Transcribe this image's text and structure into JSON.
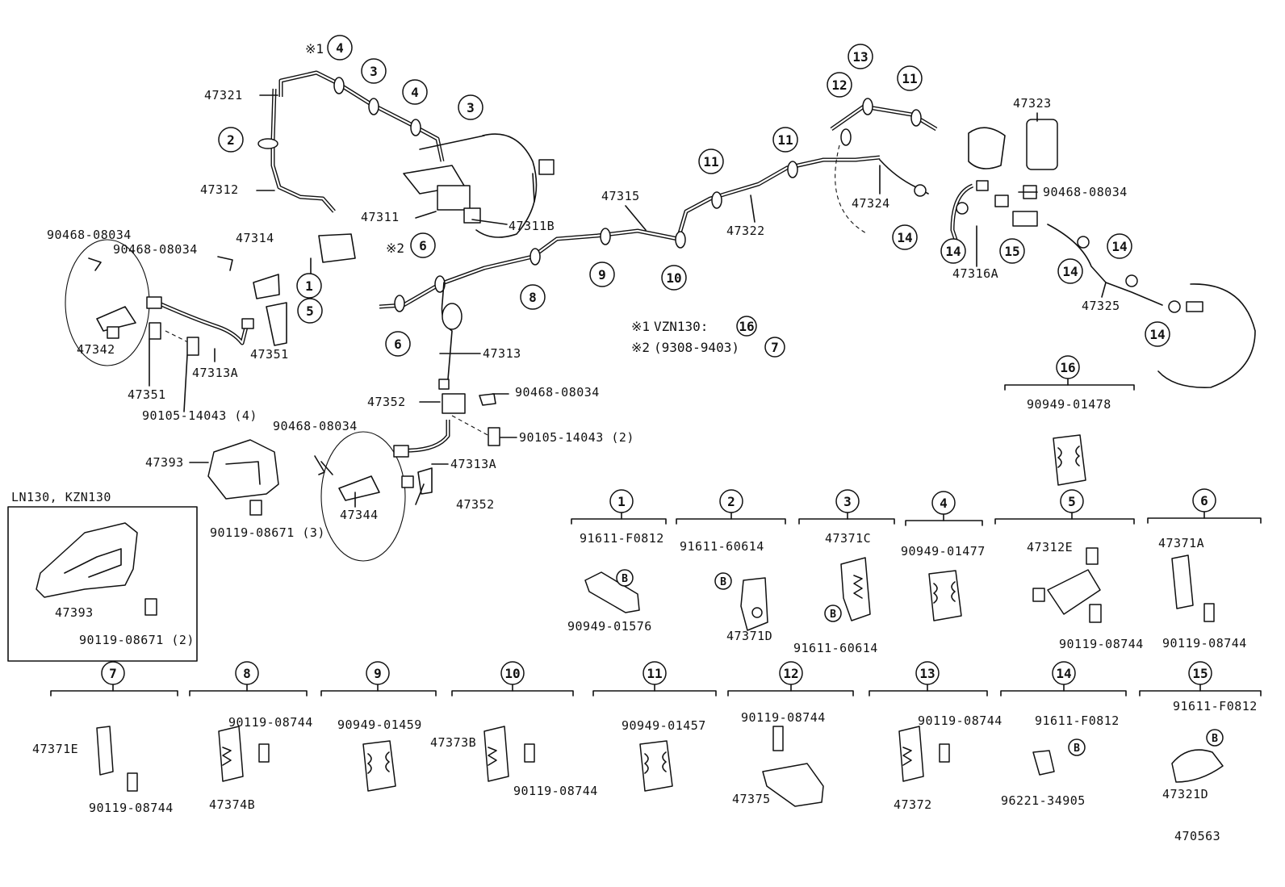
{
  "diagram_id": "470563",
  "notes": {
    "n1_mark": "※1",
    "n1_text": "VZN130:",
    "n1_ref": "16",
    "n2_mark": "※2",
    "n2_text": "(9308-9403)",
    "n2_ref": "7"
  },
  "inset": {
    "title": "LN130, KZN130",
    "part1": "47393",
    "part2": "90119-08671 (2)"
  },
  "callouts": [
    {
      "id": "c1",
      "text": "4"
    },
    {
      "id": "c2",
      "text": "3"
    },
    {
      "id": "c3",
      "text": "4"
    },
    {
      "id": "c4",
      "text": "3"
    },
    {
      "id": "c5",
      "text": "2"
    },
    {
      "id": "c6",
      "text": "1"
    },
    {
      "id": "c7",
      "text": "5"
    },
    {
      "id": "c8",
      "text": "6"
    },
    {
      "id": "c9",
      "text": "6"
    },
    {
      "id": "c10",
      "text": "8"
    },
    {
      "id": "c11",
      "text": "9"
    },
    {
      "id": "c12",
      "text": "10"
    },
    {
      "id": "c13",
      "text": "11"
    },
    {
      "id": "c14",
      "text": "11"
    },
    {
      "id": "c15",
      "text": "12"
    },
    {
      "id": "c16",
      "text": "13"
    },
    {
      "id": "c17",
      "text": "11"
    },
    {
      "id": "c18",
      "text": "14"
    },
    {
      "id": "c19",
      "text": "14"
    },
    {
      "id": "c20",
      "text": "15"
    },
    {
      "id": "c21",
      "text": "14"
    },
    {
      "id": "c22",
      "text": "14"
    },
    {
      "id": "c23",
      "text": "14"
    }
  ],
  "labels": [
    {
      "id": "l1",
      "text": "47321"
    },
    {
      "id": "l2",
      "text": "47312"
    },
    {
      "id": "l3",
      "text": "47311"
    },
    {
      "id": "l4",
      "text": "47311B"
    },
    {
      "id": "l5",
      "text": "47315"
    },
    {
      "id": "l6",
      "text": "47322"
    },
    {
      "id": "l7",
      "text": "47323"
    },
    {
      "id": "l8",
      "text": "90468-08034"
    },
    {
      "id": "l9",
      "text": "47324"
    },
    {
      "id": "l10",
      "text": "47316A"
    },
    {
      "id": "l11",
      "text": "47325"
    },
    {
      "id": "l12",
      "text": "90468-08034"
    },
    {
      "id": "l13",
      "text": "90468-08034"
    },
    {
      "id": "l14",
      "text": "47314"
    },
    {
      "id": "l15",
      "text": "47342"
    },
    {
      "id": "l16",
      "text": "47313A"
    },
    {
      "id": "l17",
      "text": "47351"
    },
    {
      "id": "l18",
      "text": "47351"
    },
    {
      "id": "l19",
      "text": "90105-14043 (4)"
    },
    {
      "id": "l20",
      "text": "47313"
    },
    {
      "id": "l21",
      "text": "47352"
    },
    {
      "id": "l22",
      "text": "90468-08034"
    },
    {
      "id": "l23",
      "text": "90105-14043 (2)"
    },
    {
      "id": "l24",
      "text": "90468-08034"
    },
    {
      "id": "l25",
      "text": "47393"
    },
    {
      "id": "l26",
      "text": "47313A"
    },
    {
      "id": "l27",
      "text": "47344"
    },
    {
      "id": "l28",
      "text": "47352"
    },
    {
      "id": "l29",
      "text": "90119-08671 (3)"
    }
  ],
  "detail_groups": [
    {
      "num": "1",
      "parts": [
        "91611-F0812",
        "90949-01576"
      ]
    },
    {
      "num": "2",
      "parts": [
        "91611-60614",
        "47371D"
      ]
    },
    {
      "num": "3",
      "parts": [
        "47371C",
        "91611-60614"
      ]
    },
    {
      "num": "4",
      "parts": [
        "90949-01477"
      ]
    },
    {
      "num": "5",
      "parts": [
        "47312E",
        "90119-08744"
      ]
    },
    {
      "num": "6",
      "parts": [
        "47371A",
        "90119-08744"
      ]
    },
    {
      "num": "16",
      "parts": [
        "90949-01478"
      ]
    },
    {
      "num": "7",
      "parts": [
        "47371E",
        "90119-08744"
      ]
    },
    {
      "num": "8",
      "parts": [
        "90119-08744",
        "47374B"
      ]
    },
    {
      "num": "9",
      "parts": [
        "90949-01459"
      ]
    },
    {
      "num": "10",
      "parts": [
        "47373B",
        "90119-08744"
      ]
    },
    {
      "num": "11",
      "parts": [
        "90949-01457"
      ]
    },
    {
      "num": "12",
      "parts": [
        "90119-08744",
        "47375"
      ]
    },
    {
      "num": "13",
      "parts": [
        "90119-08744",
        "47372"
      ]
    },
    {
      "num": "14",
      "parts": [
        "91611-F0812",
        "96221-34905"
      ]
    },
    {
      "num": "15",
      "parts": [
        "91611-F0812",
        "47321D"
      ]
    }
  ],
  "bolt_marker": "B"
}
